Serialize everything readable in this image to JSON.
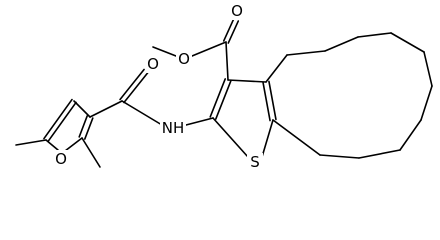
{
  "atom_labels": {
    "carbonyl_oxygen_amide": "O",
    "furan_oxygen": "O",
    "amide_nitrogen": "NH",
    "thiophene_sulfur": "S",
    "ester_carbonyl_oxygen": "O",
    "ester_ether_oxygen": "O"
  }
}
